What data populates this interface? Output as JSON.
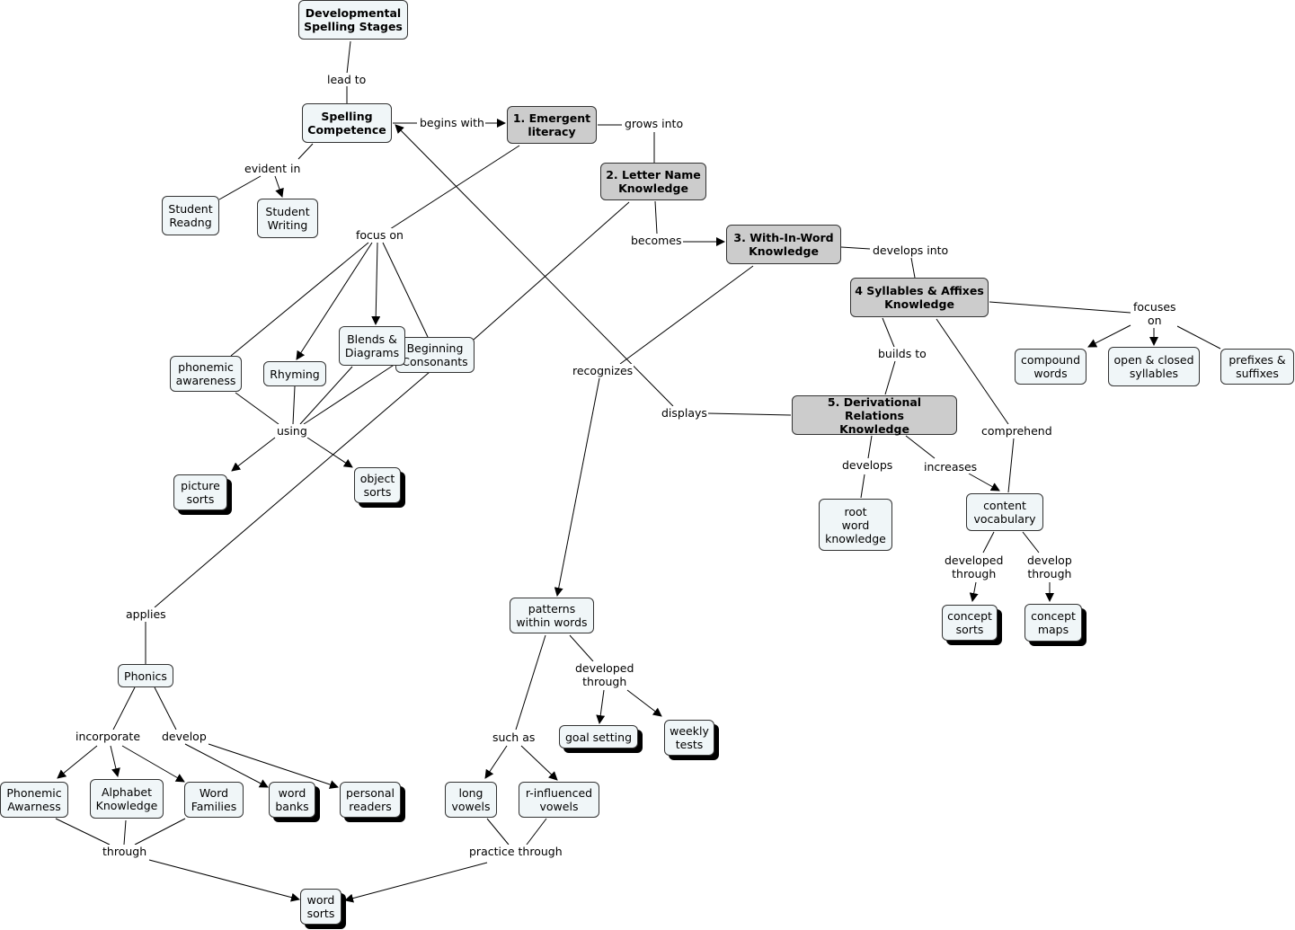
{
  "concepts": {
    "dev_spelling_stages": "Developmental\nSpelling Stages",
    "spelling_competence": "Spelling\nCompetence",
    "emergent_literacy": "1. Emergent\nliteracy",
    "letter_name": "2. Letter Name\nKnowledge",
    "with_in_word": "3. With-In-Word\nKnowledge",
    "syllables_affixes": "4 Syllables & Affixes\nKnowledge",
    "derivational": "5. Derivational Relations\nKnowledge",
    "student_readng": "Student\nReadng",
    "student_writing": "Student\nWriting",
    "phonemic_awareness_lc": "phonemic\nawareness",
    "rhyming": "Rhyming",
    "blends_diagrams": "Blends &\nDiagrams",
    "beginning_consonants": "Beginning\nConsonants",
    "picture_sorts": "picture\nsorts",
    "object_sorts": "object\nsorts",
    "phonics": "Phonics",
    "phonemic_awarness": "Phonemic\nAwarness",
    "alphabet_knowledge": "Alphabet\nKnowledge",
    "word_families": "Word\nFamilies",
    "word_banks": "word\nbanks",
    "personal_readers": "personal\nreaders",
    "word_sorts": "word\nsorts",
    "patterns_within_words": "patterns\nwithin words",
    "goal_setting": "goal setting",
    "weekly_tests": "weekly\ntests",
    "long_vowels": "long\nvowels",
    "r_influenced_vowels": "r-influenced\nvowels",
    "compound_words": "compound\nwords",
    "open_closed_syllables": "open & closed\nsyllables",
    "prefixes_suffixes": "prefixes &\nsuffixes",
    "root_word_knowledge": "root\nword\nknowledge",
    "content_vocabulary": "content\nvocabulary",
    "concept_sorts": "concept\nsorts",
    "concept_maps": "concept\nmaps"
  },
  "links": {
    "lead_to": "lead to",
    "begins_with": "begins with",
    "grows_into": "grows into",
    "evident_in": "evident in",
    "focus_on": "focus on",
    "becomes": "becomes",
    "develops_into": "develops into",
    "focuses_on": "focuses\non",
    "builds_to": "builds to",
    "recognizes": "recognizes",
    "displays": "displays",
    "comprehend": "comprehend",
    "using": "using",
    "develops": "develops",
    "increases": "increases",
    "applies": "applies",
    "developed_through_1": "developed\nthrough",
    "develop_through": "develop\nthrough",
    "developed_through_2": "developed\nthrough",
    "incorporate": "incorporate",
    "develop": "develop",
    "such_as": "such as",
    "through": "through",
    "practice_through": "practice through"
  },
  "colors": {
    "concept_fill": "#f0f6f8",
    "stage_fill": "#cccccc",
    "line": "#000000"
  }
}
